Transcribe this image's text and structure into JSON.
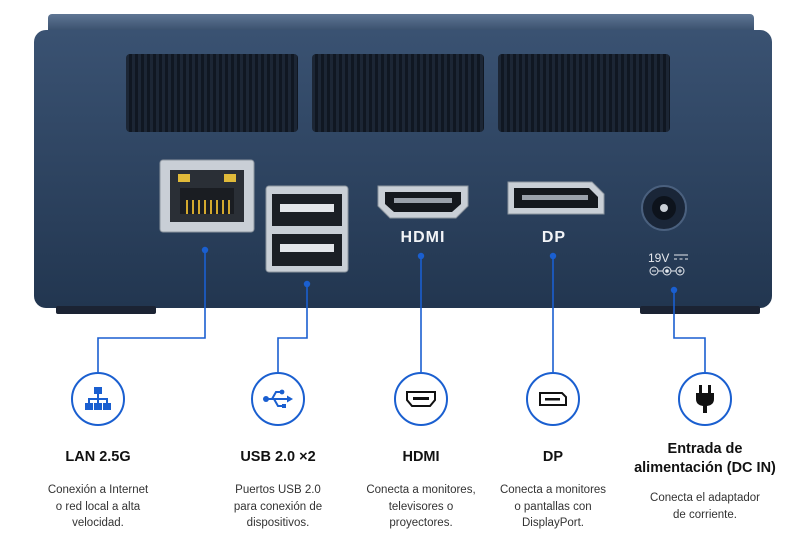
{
  "device": {
    "hdmi_label": "HDMI",
    "dp_label": "DP",
    "power_label": "19V"
  },
  "ports": [
    {
      "icon": "network-icon",
      "title": "LAN 2.5G",
      "desc": [
        "Conexión a Internet",
        "o red local a alta",
        "velocidad."
      ]
    },
    {
      "icon": "usb-icon",
      "title": "USB 2.0 ×2",
      "desc": [
        "Puertos USB 2.0",
        "para conexión de",
        "dispositivos."
      ]
    },
    {
      "icon": "hdmi-icon",
      "title": "HDMI",
      "desc": [
        "Conecta a monitores,",
        "televisores o",
        "proyectores."
      ]
    },
    {
      "icon": "displayport-icon",
      "title": "DP",
      "desc": [
        "Conecta a monitores",
        "o pantallas con",
        "DisplayPort."
      ]
    },
    {
      "icon": "power-plug-icon",
      "title_lines": [
        "Entrada de",
        "alimentación (DC IN)"
      ],
      "desc": [
        "Conecta el adaptador",
        "de corriente."
      ]
    }
  ],
  "colors": {
    "accent": "#1a5fd0",
    "chassis": "#2a3f5c"
  }
}
